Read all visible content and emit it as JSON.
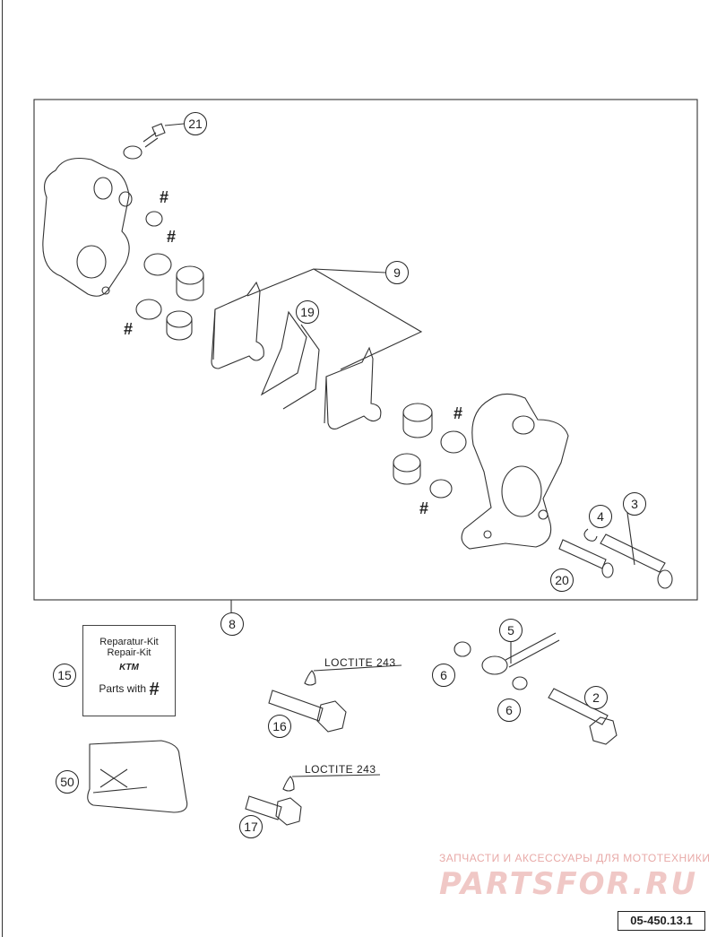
{
  "callouts": {
    "c21": "21",
    "c9": "9",
    "c19": "19",
    "c3": "3",
    "c4": "4",
    "c20": "20",
    "c8": "8",
    "c15": "15",
    "c5": "5",
    "c6a": "6",
    "c6b": "6",
    "c2": "2",
    "c16": "16",
    "c50": "50",
    "c17": "17"
  },
  "hash_symbol": "#",
  "loctite_label": "LOCTITE 243",
  "repair_kit": {
    "line1": "Reparatur-Kit",
    "line2": "Repair-Kit",
    "logo": "KTM",
    "parts_with": "Parts with",
    "hash": "#"
  },
  "watermark": {
    "tagline": "ЗАПЧАСТИ И АКСЕССУАРЫ ДЛЯ МОТОТЕХНИКИ",
    "brand": "PARTSFOR.RU"
  },
  "figure_code": "05-450.13.1"
}
